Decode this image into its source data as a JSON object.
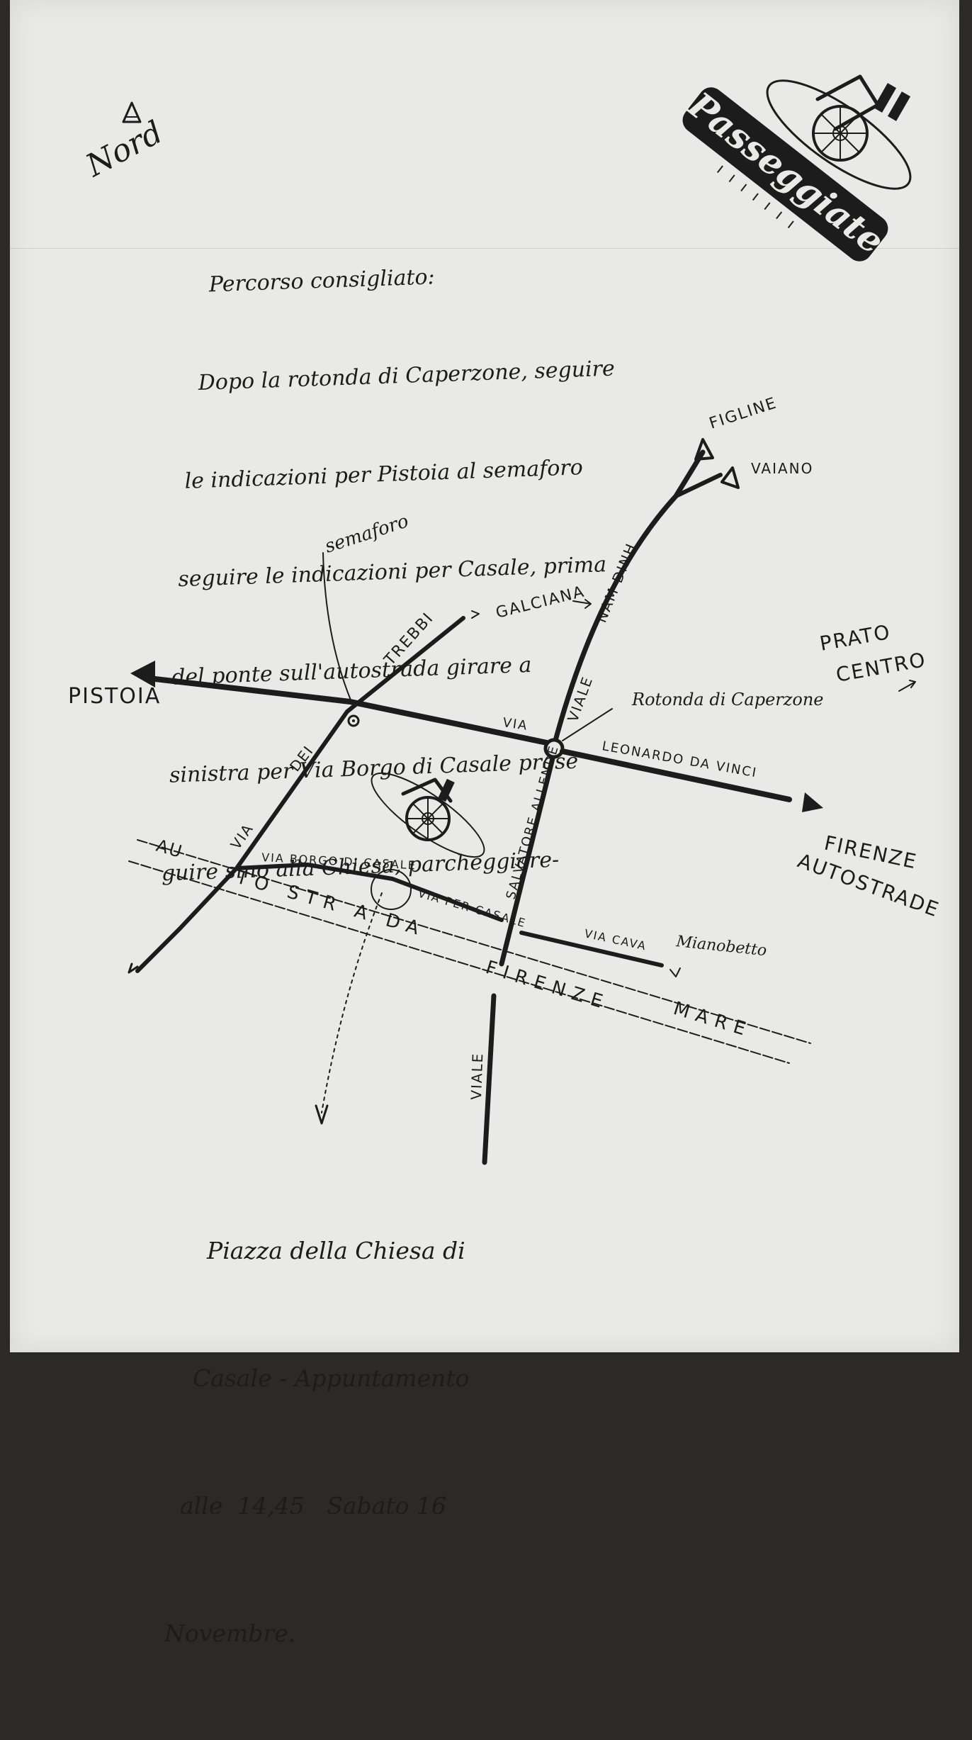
{
  "north": {
    "arrow": "north-arrow-icon",
    "label": "Nord"
  },
  "logo": {
    "text": "Passeggiate",
    "icon": "rose-window-tower-icon"
  },
  "route_note": {
    "lines": [
      "Percorso consigliato:",
      "Dopo la rotonda di Caperzone, seguire",
      "le indicazioni per Pistoia al semaforo",
      "seguire le indicazioni per Casale, prima",
      "del ponte sull'autostrada girare a",
      "sinistra per Via Borgo di Casale prose",
      "guire sino alla Chiesa, parcheggiare-"
    ]
  },
  "map": {
    "labels": {
      "figline": "FIGLINE",
      "vaiano": "VAIANO",
      "semaforo": "semaforo",
      "galciana": "GALCIANA",
      "trebbi": "TREBBI",
      "nam_dinh": "NAM DINH",
      "prato_centro_1": "PRATO",
      "prato_centro_2": "CENTRO",
      "pistoia": "PISTOIA",
      "viale_1": "VIALE",
      "rotonda": "Rotonda di Caperzone",
      "via_1": "VIA",
      "leonardo": "LEONARDO DA VINCI",
      "dei": "DEI",
      "firenze": "FIRENZE",
      "autostrade": "AUTOSTRADE",
      "via_2": "VIA",
      "salvatore_allende": "SALVATORE ALLENDE",
      "via_borgo": "VIA BORGO DI CASALE",
      "via_per_casale": "VIA PER CASALE",
      "au": "AU",
      "tostrada": "TO STR A DA",
      "firenze_mare_1": "FIRENZE",
      "firenze_mare_2": "MARE",
      "via_cava": "VIA CAVA",
      "marchio": "Mianobetto",
      "viale_2": "VIALE"
    }
  },
  "meeting_note": {
    "lines": [
      "Piazza della Chiesa di",
      "Casale - Appuntamento",
      "alle  14,45   Sabato 16",
      "Novembre."
    ]
  }
}
